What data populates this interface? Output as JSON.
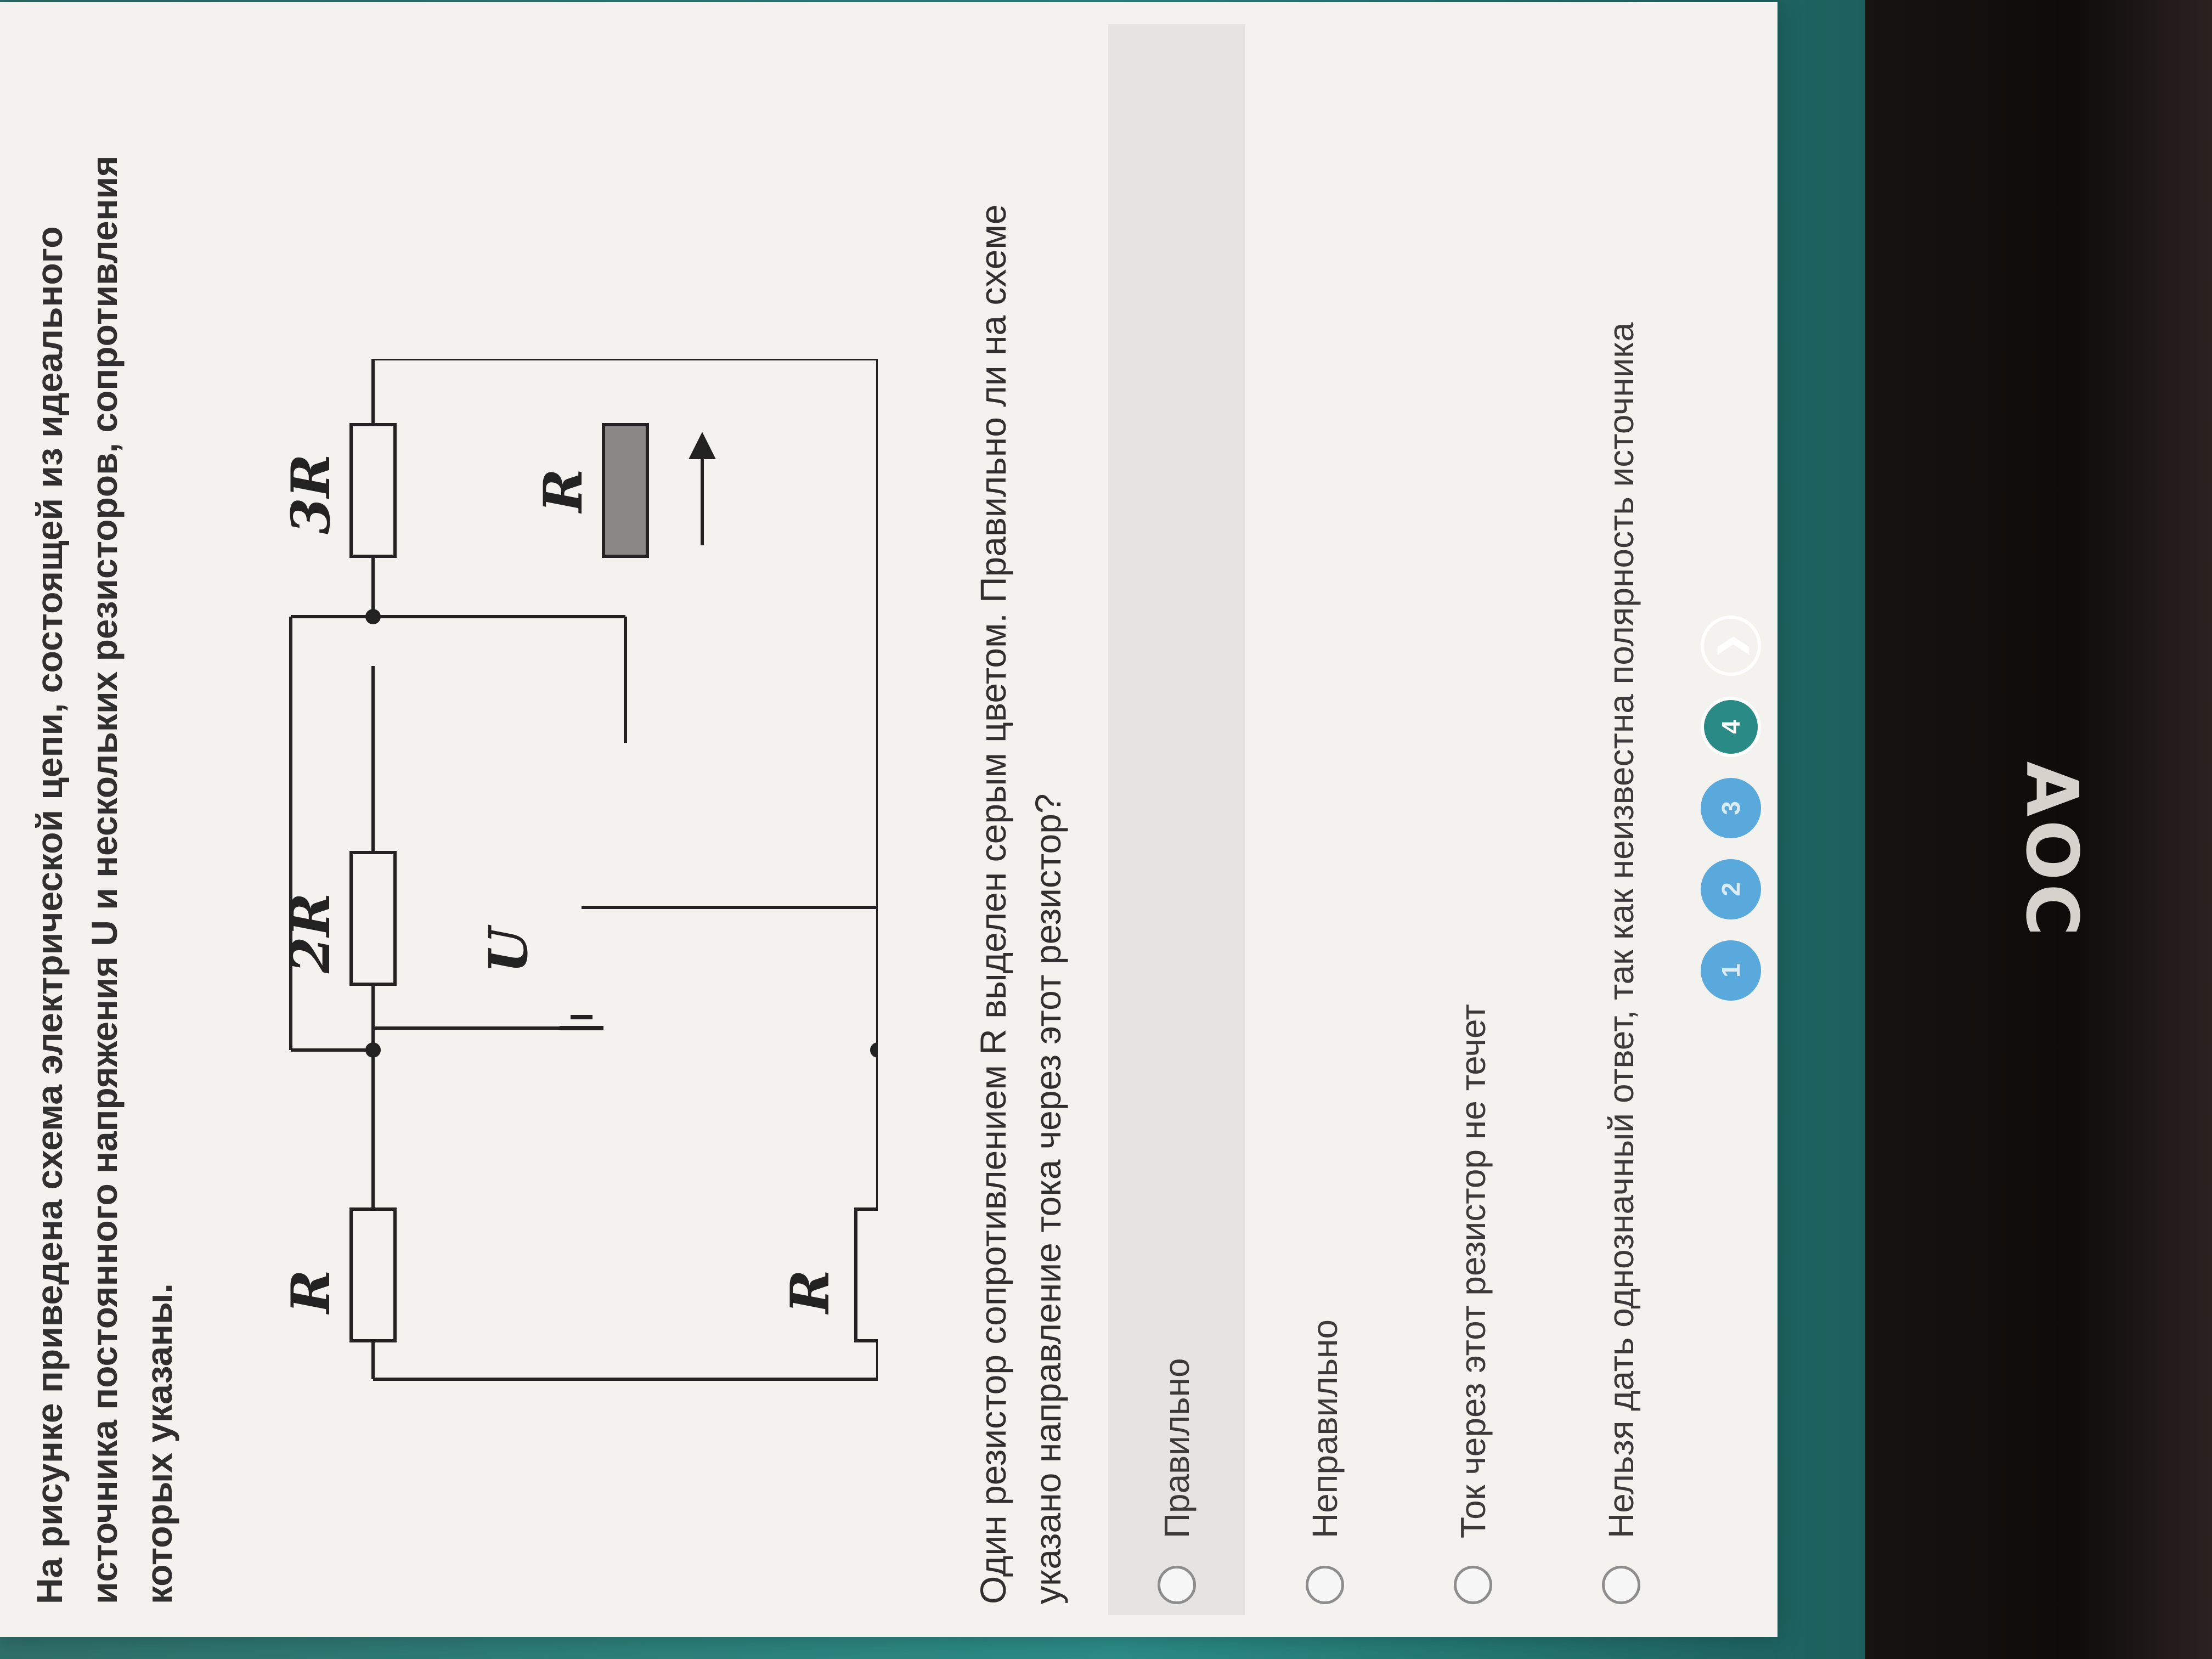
{
  "task": {
    "intro": "На рисунке приведена схема электрической цепи, состоящей из идеального источника постоянного напряжения U и нескольких резисторов, сопротивления которых указаны.",
    "question": "Один резистор сопротивлением R выделен серым цветом. Правильно ли на схеме указано направление тока через этот резистор?"
  },
  "diagram": {
    "labels": {
      "r_top_left": "R",
      "r_bottom_left": "R",
      "r_middle": "2R",
      "r_top_right": "3R",
      "r_gray": "R",
      "source": "U"
    },
    "highlight_color": "#8a8886"
  },
  "options": [
    {
      "label": "Правильно"
    },
    {
      "label": "Неправильно"
    },
    {
      "label": "Ток через этот резистор не течет"
    },
    {
      "label": "Нельзя дать однозначный ответ, так как неизвестна полярность источника"
    }
  ],
  "pager": {
    "pages": [
      "1",
      "2",
      "3",
      "4"
    ],
    "current": "4",
    "next_icon": "chevron-right-icon"
  },
  "monitor": {
    "logo": "AOC"
  }
}
